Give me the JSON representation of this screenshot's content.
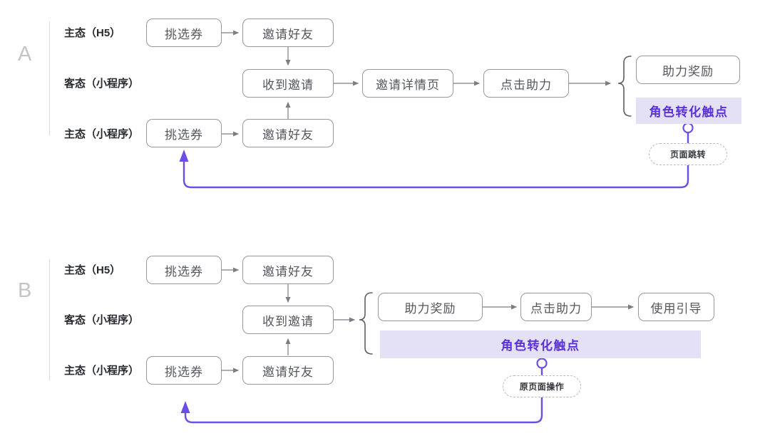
{
  "colors": {
    "purple_line": "#6b4ee6",
    "purple_text": "#5a30d8",
    "highlight_bg": "#e4e0f5",
    "box_border": "#95989e",
    "box_text": "#54575c",
    "row_label_text": "#26292d",
    "section_letter": "#c2c4c9",
    "connector_gray": "#7b7e84",
    "brace_gray": "#5b5e64",
    "pill_border": "#b6b9bf",
    "pill_text": "#34373c",
    "divider": "#dbdbdf"
  },
  "sections": {
    "A": {
      "letter": "A",
      "rows": [
        {
          "label": "主态（H5）",
          "boxes": [
            "挑选券",
            "邀请好友"
          ]
        },
        {
          "label": "客态（小程序）",
          "boxes": [
            "收到邀请",
            "邀请详情页",
            "点击助力"
          ]
        },
        {
          "label": "主态（小程序）",
          "boxes": [
            "挑选券",
            "邀请好友"
          ]
        }
      ],
      "branch": {
        "box": "助力奖励",
        "highlight": "角色转化触点",
        "callout": "页面跳转"
      }
    },
    "B": {
      "letter": "B",
      "rows": [
        {
          "label": "主态（H5）",
          "boxes": [
            "挑选券",
            "邀请好友"
          ]
        },
        {
          "label": "客态（小程序）",
          "boxes": [
            "收到邀请"
          ]
        },
        {
          "label": "主态（小程序）",
          "boxes": [
            "挑选券",
            "邀请好友"
          ]
        }
      ],
      "branch": {
        "boxes": [
          "助力奖励",
          "点击助力",
          "使用引导"
        ],
        "highlight": "角色转化触点",
        "callout": "原页面操作"
      }
    }
  }
}
